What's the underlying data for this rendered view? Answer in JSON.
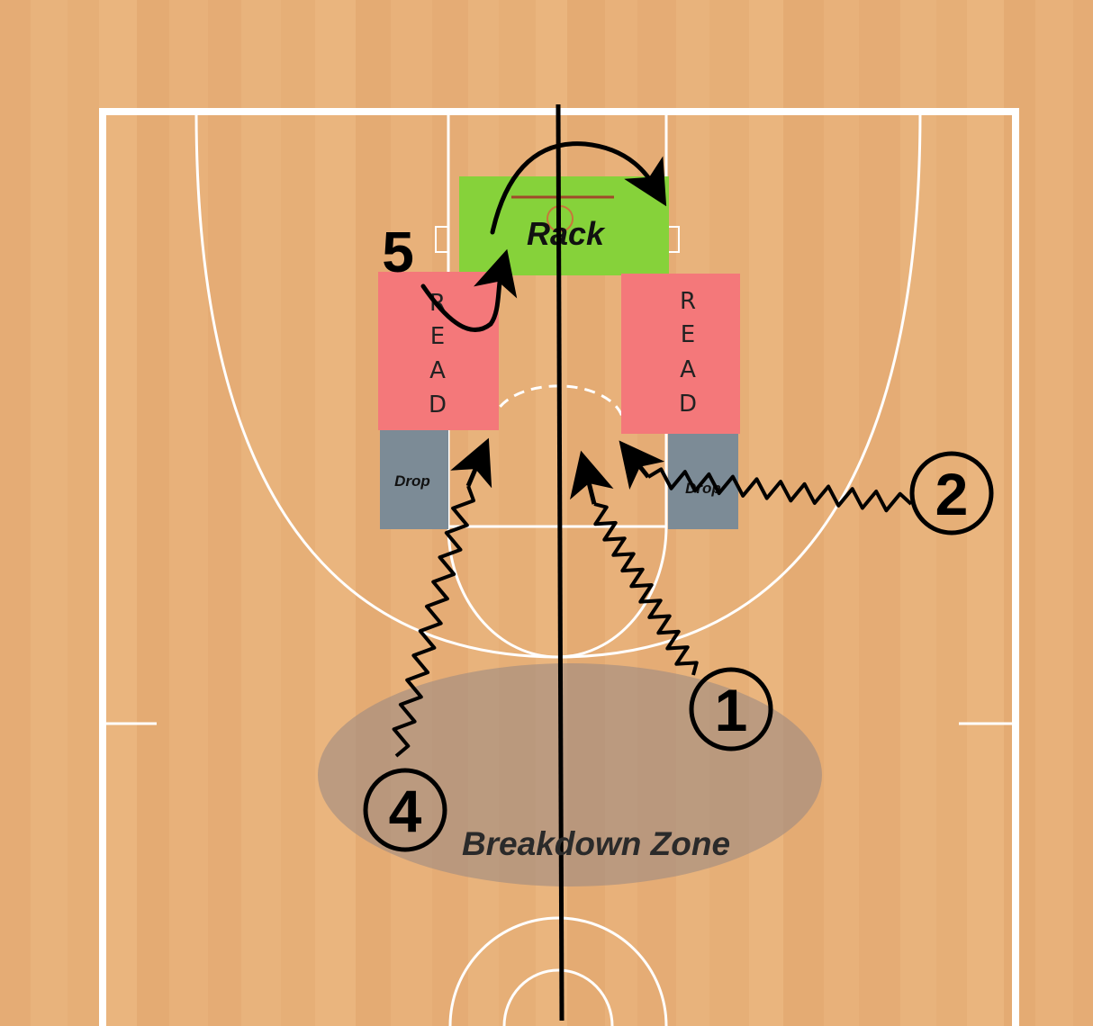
{
  "diagram": {
    "zones": {
      "rack": "Rack",
      "read_left": [
        "R",
        "E",
        "A",
        "D"
      ],
      "read_right": [
        "R",
        "E",
        "A",
        "D"
      ],
      "drop_left": "Drop",
      "drop_right": "Drop",
      "breakdown": "Breakdown Zone"
    },
    "players": {
      "p1": "1",
      "p2": "2",
      "p4": "4",
      "p5": "5"
    },
    "colors": {
      "floor": "#e7b078",
      "lines": "#ffffff",
      "rack_zone": "#86d23a",
      "read_zone": "#f4787a",
      "drop_zone": "#7c8b96",
      "breakdown_zone": "#9c8a82",
      "ink": "#000000"
    }
  }
}
